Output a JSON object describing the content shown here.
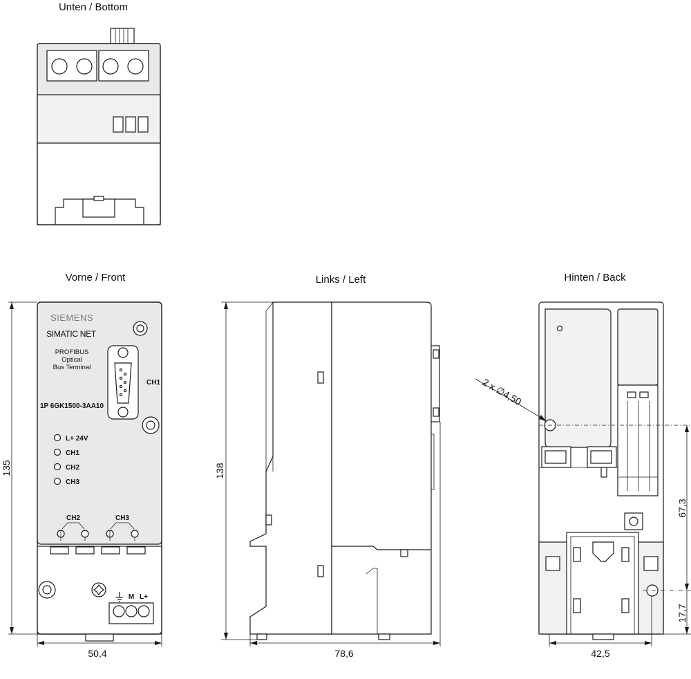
{
  "views": {
    "bottom": "Unten / Bottom",
    "front": "Vorne / Front",
    "left": "Links / Left",
    "back": "Hinten / Back"
  },
  "front_labels": {
    "brand": "SIEMENS",
    "product": "SIMATIC NET",
    "desc1": "PROFIBUS",
    "desc2": "Optical",
    "desc3": "Bus Terminal",
    "port": "CH1",
    "order_no": "1P 6GK1500-3AA10",
    "led1": "L+ 24V",
    "led2": "CH1",
    "led3": "CH2",
    "led4": "CH3",
    "fo_ch2": "CH2",
    "fo_ch3": "CH3",
    "term_m": "M",
    "term_l": "L+"
  },
  "dimensions": {
    "front_height": "135",
    "front_width": "50,4",
    "left_height": "138",
    "left_width": "78,6",
    "back_width": "42,5",
    "back_hole_spacing": "67,3",
    "back_hole_bottom": "17,7",
    "hole_note": "2 x ∅4,50"
  }
}
